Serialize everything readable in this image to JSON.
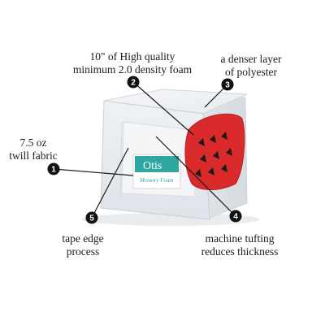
{
  "callouts": [
    {
      "number": "1",
      "line1": "7.5 oz",
      "line2": "twill fabric"
    },
    {
      "number": "2",
      "line1": "10\" of High quality",
      "line2": "minimum 2.0 density foam"
    },
    {
      "number": "3",
      "line1": "a denser layer",
      "line2": "of polyester"
    },
    {
      "number": "4",
      "line1": "machine tufting",
      "line2": "reduces thickness"
    },
    {
      "number": "5",
      "line1": "tape edge",
      "line2": "process"
    }
  ],
  "product_label": {
    "brand": "Otis",
    "subtitle": "Memory Foam"
  },
  "colors": {
    "badge": "#111111",
    "badge_text": "#ffffff",
    "foam_red": "#d92b2b",
    "label_teal": "#2fa7a0",
    "box_edge": "#c9cfd6"
  }
}
